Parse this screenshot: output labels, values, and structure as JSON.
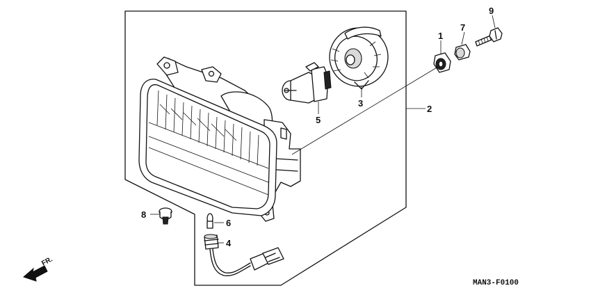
{
  "parts": [
    {
      "id": "p1",
      "label": "1"
    },
    {
      "id": "p2",
      "label": "2"
    },
    {
      "id": "p3",
      "label": "3"
    },
    {
      "id": "p4",
      "label": "4"
    },
    {
      "id": "p5",
      "label": "5"
    },
    {
      "id": "p6",
      "label": "6"
    },
    {
      "id": "p7",
      "label": "7"
    },
    {
      "id": "p8",
      "label": "8"
    },
    {
      "id": "p9",
      "label": "9"
    }
  ],
  "direction": {
    "label": "FR.",
    "icon": "front-direction-arrow-icon"
  },
  "diagram_code": "MAN3-F0100"
}
